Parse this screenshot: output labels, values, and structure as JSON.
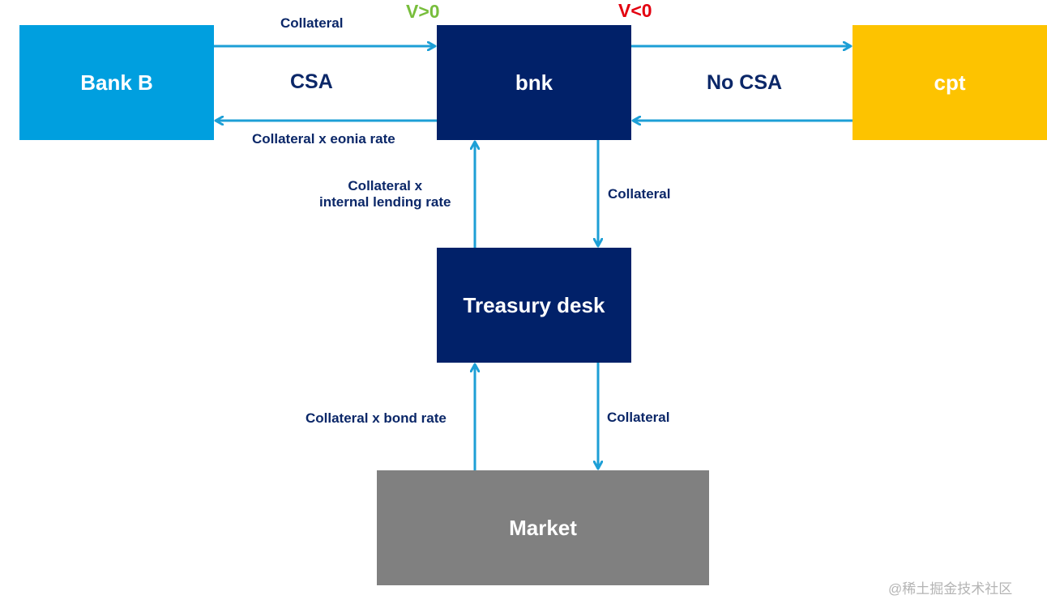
{
  "colors": {
    "navy": "#012169",
    "bank_b_blue": "#009fdf",
    "cpt_yellow": "#fdc300",
    "market_gray": "#808080",
    "arrow_blue": "#1d9fd6",
    "label_navy": "#0b2768",
    "positive_green": "#78be3c",
    "negative_red": "#e3000f",
    "watermark_gray": "#b4b4b4"
  },
  "nodes": {
    "bank_b": {
      "label": "Bank B",
      "color": "#009fdf"
    },
    "bnk": {
      "label": "bnk",
      "color": "#012169"
    },
    "cpt": {
      "label": "cpt",
      "color": "#fdc300"
    },
    "treasury": {
      "label": "Treasury desk",
      "color": "#012169"
    },
    "market": {
      "label": "Market",
      "color": "#808080"
    }
  },
  "labels": {
    "collateral_top": "Collateral",
    "csa": "CSA",
    "collateral_eonia": "Collateral x eonia rate",
    "no_csa": "No CSA",
    "v_positive": "V>0",
    "v_negative": "V<0",
    "collateral_internal_line1": "Collateral x",
    "collateral_internal_line2": "internal lending rate",
    "collateral_mid": "Collateral",
    "collateral_bond": "Collateral x bond rate",
    "collateral_bottom": "Collateral"
  },
  "edges": [
    {
      "from": "bank_b",
      "to": "bnk",
      "label": "Collateral"
    },
    {
      "from": "bnk",
      "to": "bank_b",
      "label": "Collateral x eonia rate"
    },
    {
      "from": "bnk",
      "to": "cpt",
      "label": ""
    },
    {
      "from": "cpt",
      "to": "bnk",
      "label": ""
    },
    {
      "from": "treasury",
      "to": "bnk",
      "label": "Collateral x internal lending rate"
    },
    {
      "from": "bnk",
      "to": "treasury",
      "label": "Collateral"
    },
    {
      "from": "market",
      "to": "treasury",
      "label": "Collateral x bond rate"
    },
    {
      "from": "treasury",
      "to": "market",
      "label": "Collateral"
    }
  ],
  "watermark": "@稀土掘金技术社区"
}
